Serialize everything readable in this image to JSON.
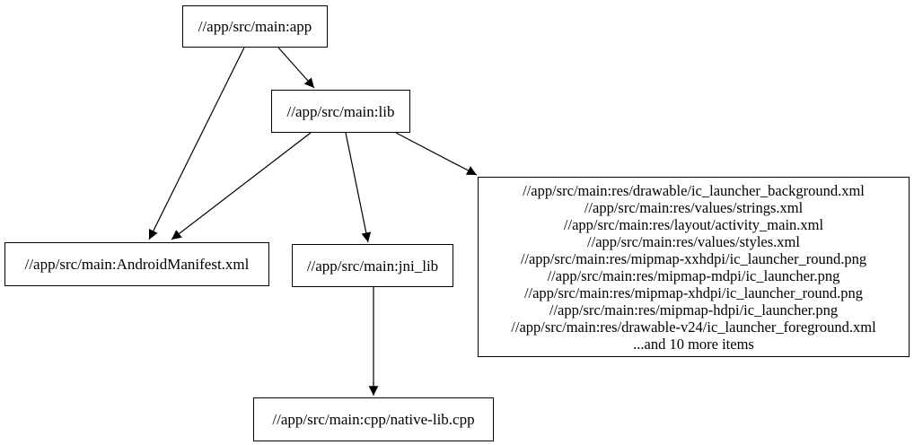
{
  "diagram": {
    "background_color": "#ffffff",
    "node_border_color": "#000000",
    "text_color": "#000000",
    "nodes": {
      "app": {
        "label": "//app/src/main:app"
      },
      "lib": {
        "label": "//app/src/main:lib"
      },
      "manifest": {
        "label": "//app/src/main:AndroidManifest.xml"
      },
      "jni_lib": {
        "label": "//app/src/main:jni_lib"
      },
      "native_cpp": {
        "label": "//app/src/main:cpp/native-lib.cpp"
      },
      "resources": {
        "lines": [
          "//app/src/main:res/drawable/ic_launcher_background.xml",
          "//app/src/main:res/values/strings.xml",
          "//app/src/main:res/layout/activity_main.xml",
          "//app/src/main:res/values/styles.xml",
          "//app/src/main:res/mipmap-xxhdpi/ic_launcher_round.png",
          "//app/src/main:res/mipmap-mdpi/ic_launcher.png",
          "//app/src/main:res/mipmap-xhdpi/ic_launcher_round.png",
          "//app/src/main:res/mipmap-hdpi/ic_launcher.png",
          "//app/src/main:res/drawable-v24/ic_launcher_foreground.xml",
          "...and 10 more items"
        ]
      }
    },
    "edges": [
      {
        "from": "//app/src/main:app",
        "to": "//app/src/main:AndroidManifest.xml"
      },
      {
        "from": "//app/src/main:app",
        "to": "//app/src/main:lib"
      },
      {
        "from": "//app/src/main:lib",
        "to": "//app/src/main:AndroidManifest.xml"
      },
      {
        "from": "//app/src/main:lib",
        "to": "//app/src/main:jni_lib"
      },
      {
        "from": "//app/src/main:lib",
        "to": "//app/src/main:res (resource group)"
      },
      {
        "from": "//app/src/main:jni_lib",
        "to": "//app/src/main:cpp/native-lib.cpp"
      }
    ]
  }
}
